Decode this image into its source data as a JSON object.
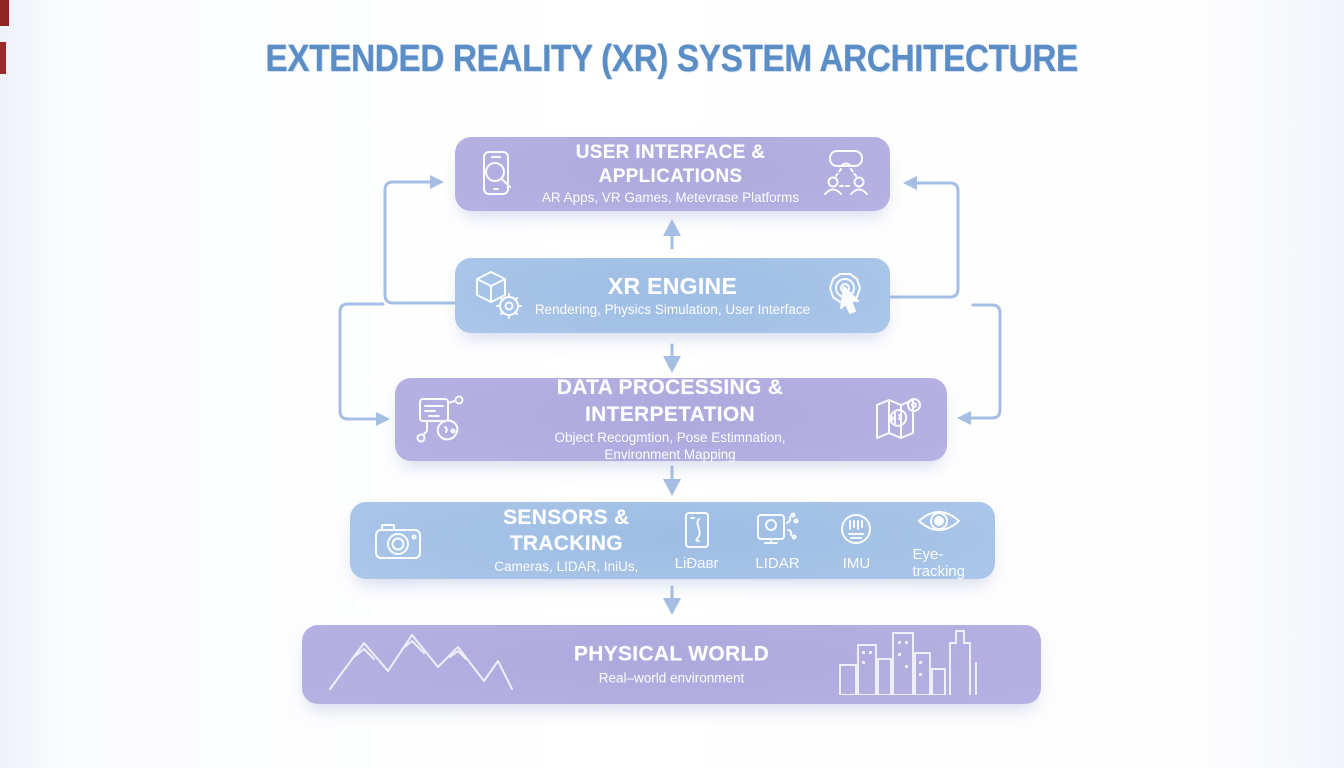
{
  "title": "EXTENDED REALITY (XR) SYSTEM ARCHITECTURE",
  "colors": {
    "title_text": "#5b8dc7",
    "lavender_box": "#b5b0e1",
    "blue_box": "#a6c3e7",
    "connector": "#a6bee3",
    "box_text": "#ffffff",
    "corner_mark": "#8f2424"
  },
  "layers": [
    {
      "name": "USER INTERFACE & APPLICATIONS",
      "subtitle": "AR Apps, VR Games, Metevrase Platforms",
      "left_icon": "smartphone-search-icon",
      "right_icon": "vr-headset-users-icon"
    },
    {
      "name": "XR ENGINE",
      "subtitle": "Rendering, Physics Simulation, User Interface",
      "left_icon": "cube-gear-icon",
      "right_icon": "gear-cursor-icon"
    },
    {
      "name": "DATA PROCESSING & INTERPETATION",
      "subtitle": "Object Recogmtion, Pose Estimnation,",
      "subtitle2": "Environment Mapping",
      "left_icon": "ai-chip-brain-icon",
      "right_icon": "map-brain-icon"
    },
    {
      "name": "SENSORS & TRACKING",
      "subtitle": "Cameras, LIDAR, IniUs,",
      "left_icon": "camera-icon",
      "sensors": [
        {
          "label": "LiĐaʙr",
          "icon": "lidar-phone-icon"
        },
        {
          "label": "LIDAR",
          "icon": "lidar-scanner-icon"
        },
        {
          "label": "IMU",
          "icon": "imu-icon"
        },
        {
          "label": "Eye-tracking",
          "icon": "eye-tracking-icon"
        }
      ]
    },
    {
      "name": "PHYSICAL WORLD",
      "subtitle": "Real–world environment",
      "decorations": [
        "mountains-illustration",
        "city-skyline-illustration"
      ]
    }
  ],
  "connectors": [
    "engine-to-ui-up-arrow",
    "engine-to-processing-down-arrow",
    "processing-to-sensors-down-arrow",
    "sensors-to-physical-down-arrow",
    "engine-to-ui-left-route",
    "engine-to-processing-left-route",
    "engine-to-ui-right-route",
    "engine-to-processing-right-route"
  ]
}
